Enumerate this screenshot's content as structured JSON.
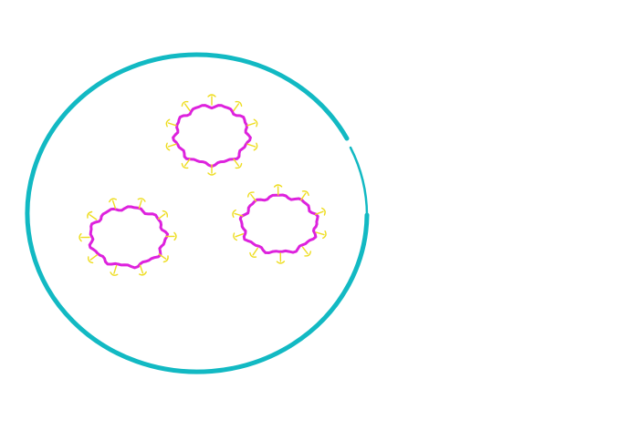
{
  "colors": {
    "background": "#ffffff",
    "outer_ring": "#12b9c3",
    "inner_ring": "#dd22dd",
    "spikes": "#eedd22"
  },
  "diagram": {
    "outer_ring_icon": "cell-membrane-ring",
    "inner_rings": [
      {
        "id": "top",
        "icon": "ring-with-spikes"
      },
      {
        "id": "left",
        "icon": "ring-with-spikes"
      },
      {
        "id": "right",
        "icon": "ring-with-spikes"
      }
    ]
  }
}
